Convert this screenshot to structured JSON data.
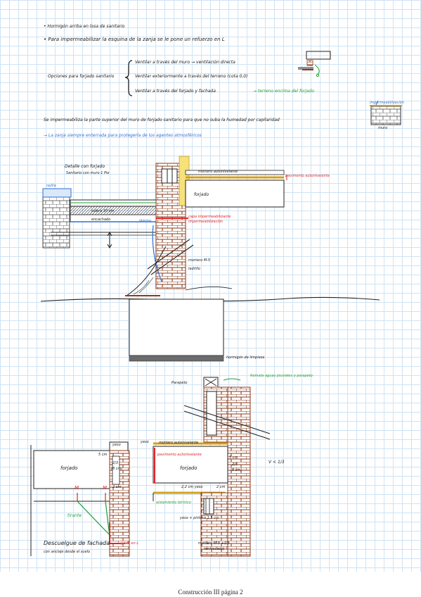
{
  "notes": {
    "line1": "• Hormigón arriba en losa de sanitario",
    "line2": "• Para impermeabilizar la esquina de la zanja se le pone un refuerzo en L",
    "options_label": "Opciones para forjado sanitario",
    "option1": "Ventilar a través del muro → ventilación directa",
    "option2": "Ventilar exteriormente a través del terreno (cota 0,0)",
    "option3": "Ventilar a través del forjado y fachada",
    "option3_extra": "→ terreno encima del forjado",
    "imperm_label": "impermeabilización",
    "muro_label": "muro",
    "line3": "Se impermeabiliza la parte superior del muro de forjado sanitario para que no suba la humedad por capilaridad",
    "line4": "→ La zanja siempre enterrada para protegerla de los agentes atmosféricos"
  },
  "diagram1": {
    "title_line1": "Detalle con forjado",
    "title_line2": "Sanitario con muro 1 Pie",
    "rejilla": "rejilla",
    "mortero": "mortero autonivelante",
    "pavimento": "pavimento autonivelante",
    "forjado": "forjado",
    "solera": "solera 10 cm",
    "encachado": "encachado",
    "lamina": "lámina",
    "capa": "capa impermeabilizante",
    "capa2": "impermeabilización",
    "mortero_m5": "mortero M-5",
    "ladrillo": "ladrillo",
    "hormigon": "hormigón de limpieza"
  },
  "diagram2": {
    "remate": "Remate aguas pluviales o parapeto",
    "parapeto": "Parapeto",
    "yeso": "yeso",
    "mortero_auto": "mortero autonivelante",
    "pavimento_auto": "pavimento autonivelante",
    "forjado": "forjado",
    "dim_5cm": "5 cm",
    "dim_23": "2/3",
    "dim_8cm": "(8 cm)",
    "dim_2cm": "2 cm",
    "yeso_22": "2,2 cm yeso",
    "aislamiento": "aislamiento térmico",
    "yeso_pintura": "yeso + pintura 1,5 cm",
    "mortero_m5": "mortero M-5 +1,5",
    "enfoscado": "(enfoscado)",
    "v_label": "V < 1/3"
  },
  "diagram3": {
    "yeso": "yeso",
    "forjado": "forjado",
    "dim_5cm": "5 cm",
    "dim_23": "2/3",
    "dim_8cm": "(8 cm)",
    "dim_2cm": "2 cm",
    "m1": "M",
    "m2": "M",
    "tirante": "tirante",
    "descuelgue1": "Descuelgue de fachada",
    "descuelgue2": "con anclaje desde el suelo",
    "perfil": "perfil en L"
  },
  "footer": "Construcción III página 2"
}
